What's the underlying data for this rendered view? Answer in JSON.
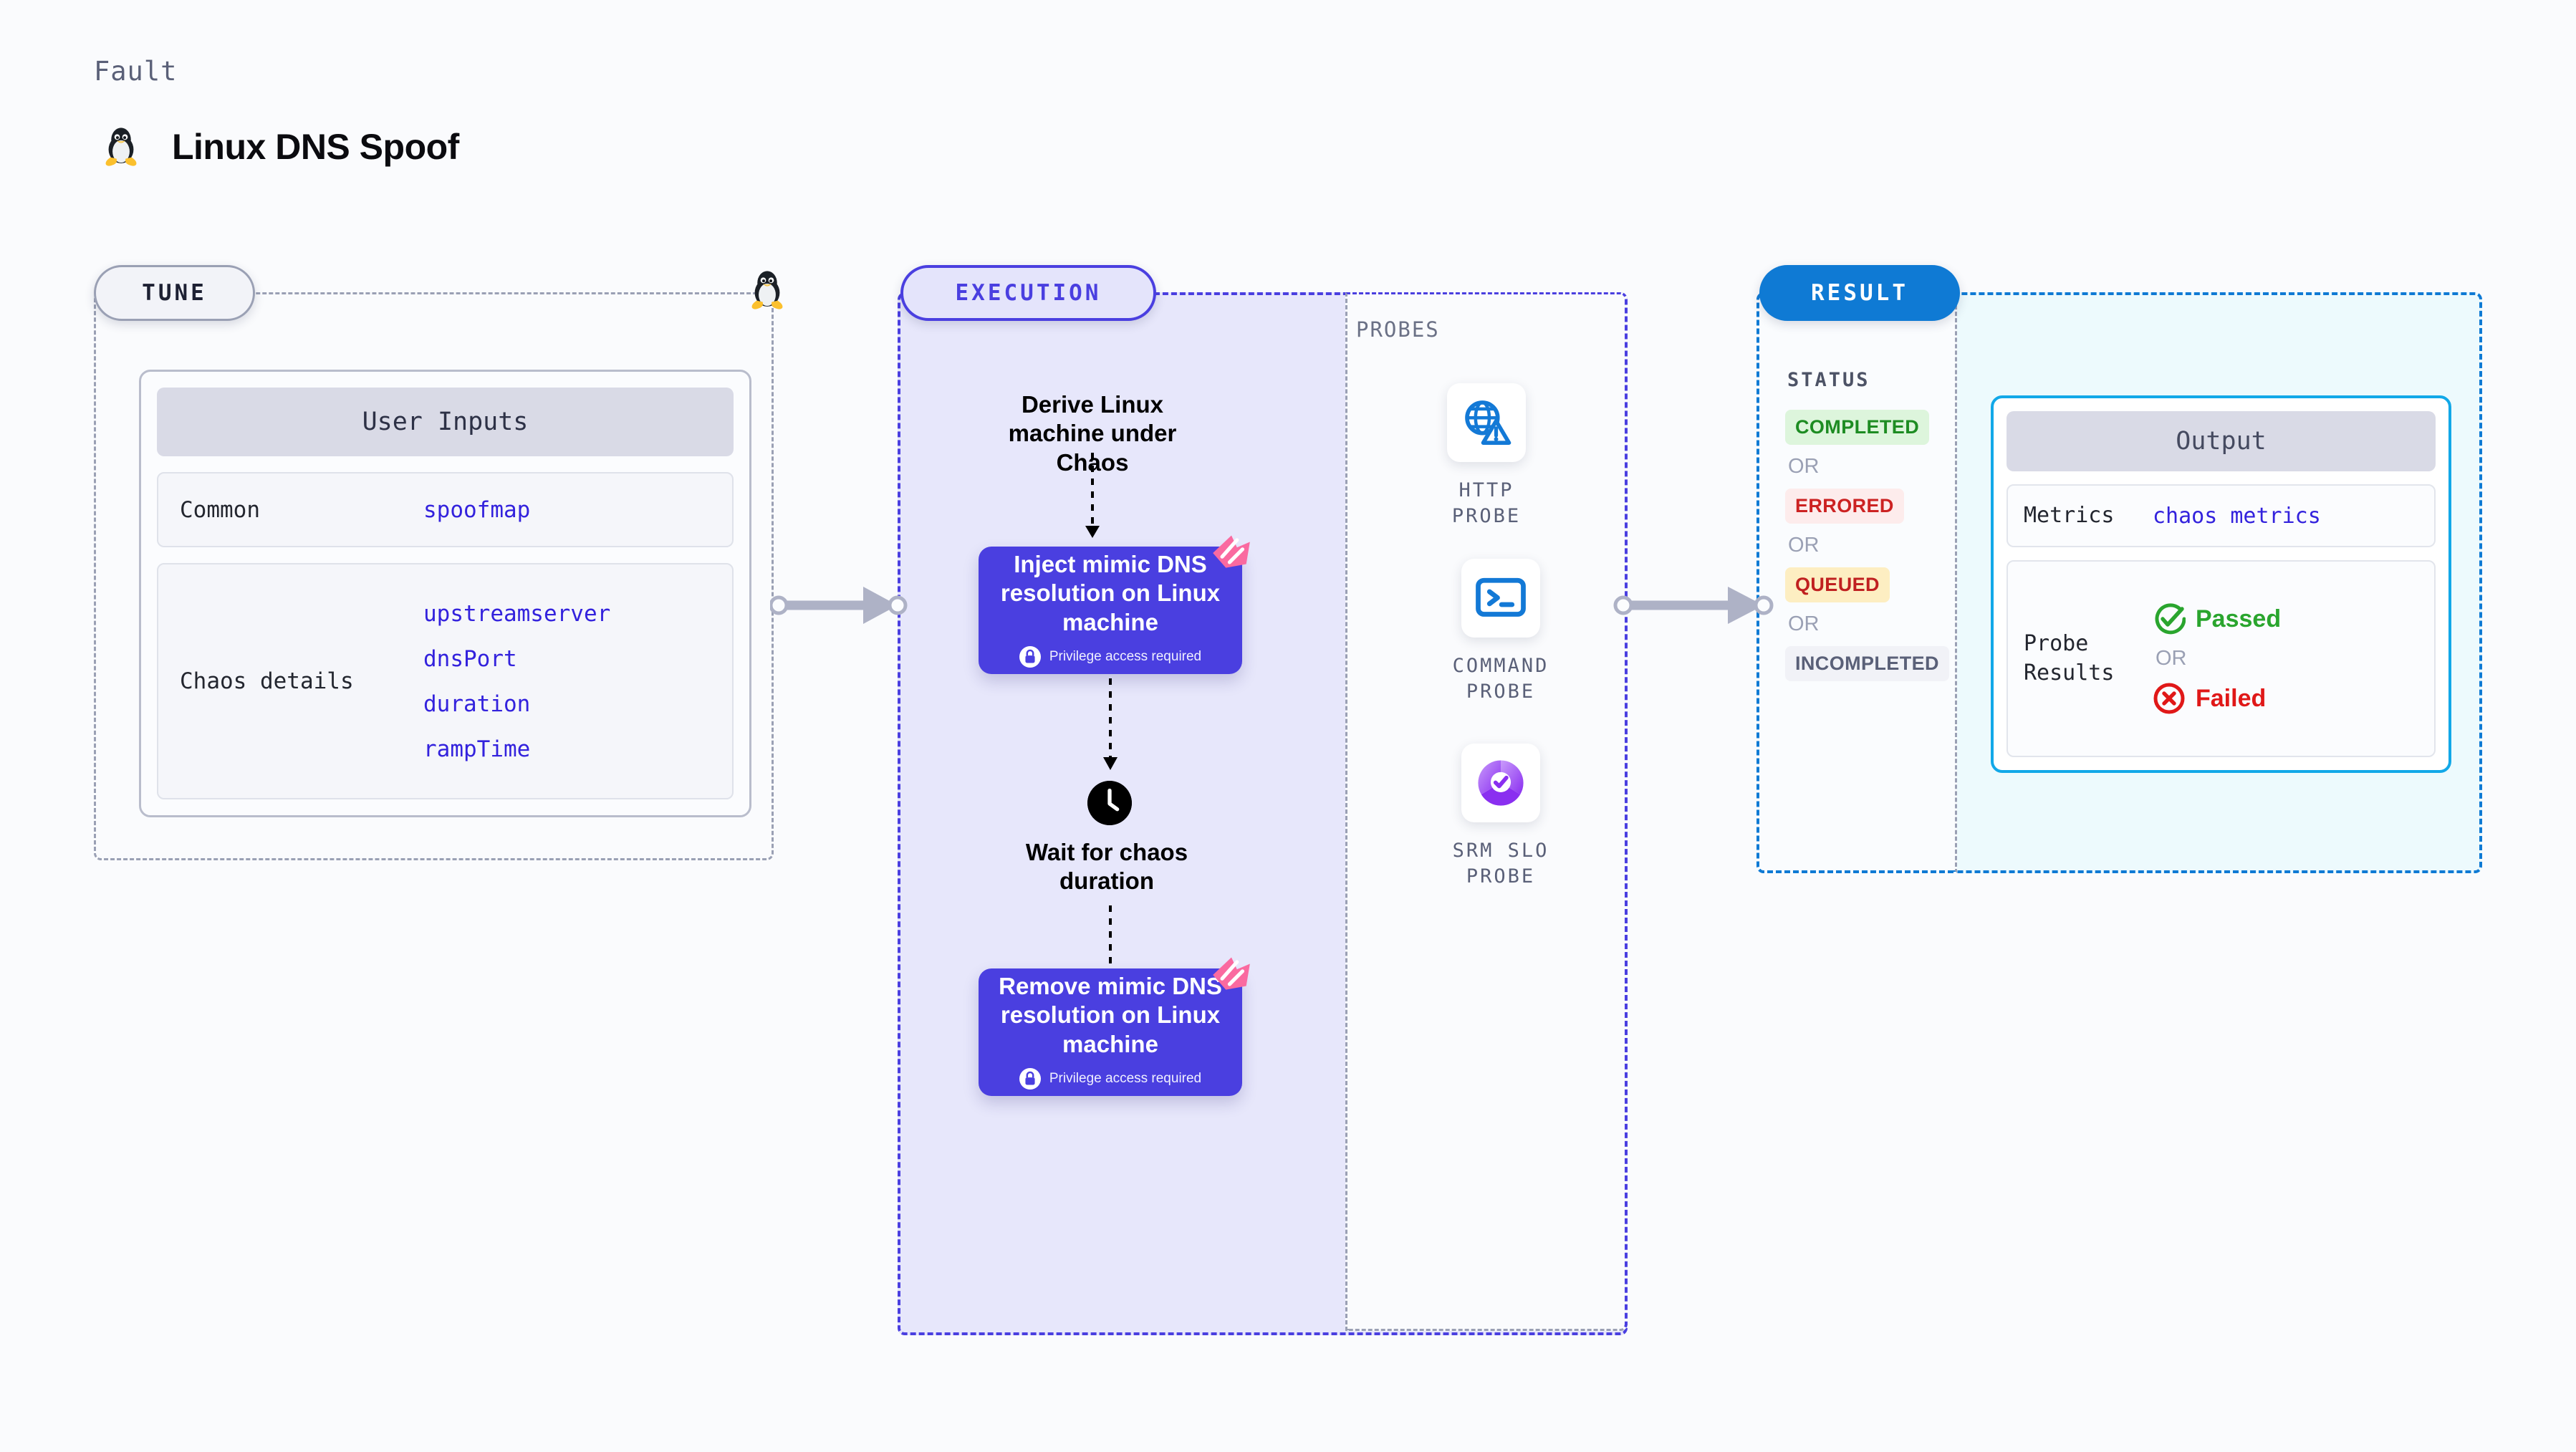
{
  "header": {
    "kicker": "Fault",
    "title": "Linux DNS Spoof",
    "logo_icon": "linux-tux-icon"
  },
  "tune": {
    "badge": "TUNE",
    "card_title": "User Inputs",
    "rows": [
      {
        "key": "Common",
        "values": [
          "spoofmap"
        ]
      },
      {
        "key": "Chaos details",
        "values": [
          "upstreamserver",
          "dnsPort",
          "duration",
          "rampTime"
        ]
      }
    ],
    "corner_icon": "linux-tux-icon"
  },
  "execution": {
    "badge": "EXECUTION",
    "step_derive": "Derive Linux machine under Chaos",
    "step_inject": {
      "title": "Inject mimic DNS resolution on Linux machine",
      "note": "Privilege access required",
      "note_icon": "lock-icon",
      "corner_icon": "litmus-chaos-icon"
    },
    "step_wait": {
      "label": "Wait for chaos duration",
      "icon": "clock-icon"
    },
    "step_remove": {
      "title": "Remove mimic DNS resolution on Linux machine",
      "note": "Privilege access required",
      "note_icon": "lock-icon",
      "corner_icon": "litmus-chaos-icon"
    }
  },
  "probes": {
    "title": "PROBES",
    "items": [
      {
        "label": "HTTP PROBE",
        "icon": "globe-warning-icon"
      },
      {
        "label": "COMMAND PROBE",
        "icon": "terminal-icon"
      },
      {
        "label": "SRM SLO PROBE",
        "icon": "srm-slo-donut-icon"
      }
    ]
  },
  "result": {
    "badge": "RESULT",
    "status_title": "STATUS",
    "or_label": "OR",
    "statuses": [
      {
        "label": "COMPLETED",
        "text_color": "#1d8c22",
        "bg_color": "#ddf5dc"
      },
      {
        "label": "ERRORED",
        "text_color": "#cc2222",
        "bg_color": "#fdecec"
      },
      {
        "label": "QUEUED",
        "text_color": "#c02020",
        "bg_color": "#fdeec2"
      },
      {
        "label": "INCOMPLETED",
        "text_color": "#5a6078",
        "bg_color": "#f1f2f7"
      }
    ],
    "output": {
      "title": "Output",
      "metrics_key": "Metrics",
      "metrics_value": "chaos metrics",
      "probe_results_key": "Probe Results",
      "passed_label": "Passed",
      "passed_icon": "check-circle-icon",
      "failed_label": "Failed",
      "failed_icon": "x-circle-icon",
      "or_label": "OR",
      "passed_color": "#2aa52e",
      "failed_color": "#e01818"
    }
  },
  "connectors": {
    "tune_to_execution": "arrow-right",
    "probes_to_result": "arrow-right"
  },
  "palette": {
    "indigo": "#4a3fe0",
    "blue": "#0f7ad4",
    "cyan": "#12a8e8",
    "pink": "#fa6aa0",
    "gray_dash": "#9aa0b4",
    "mono_value": "#3322dd"
  }
}
